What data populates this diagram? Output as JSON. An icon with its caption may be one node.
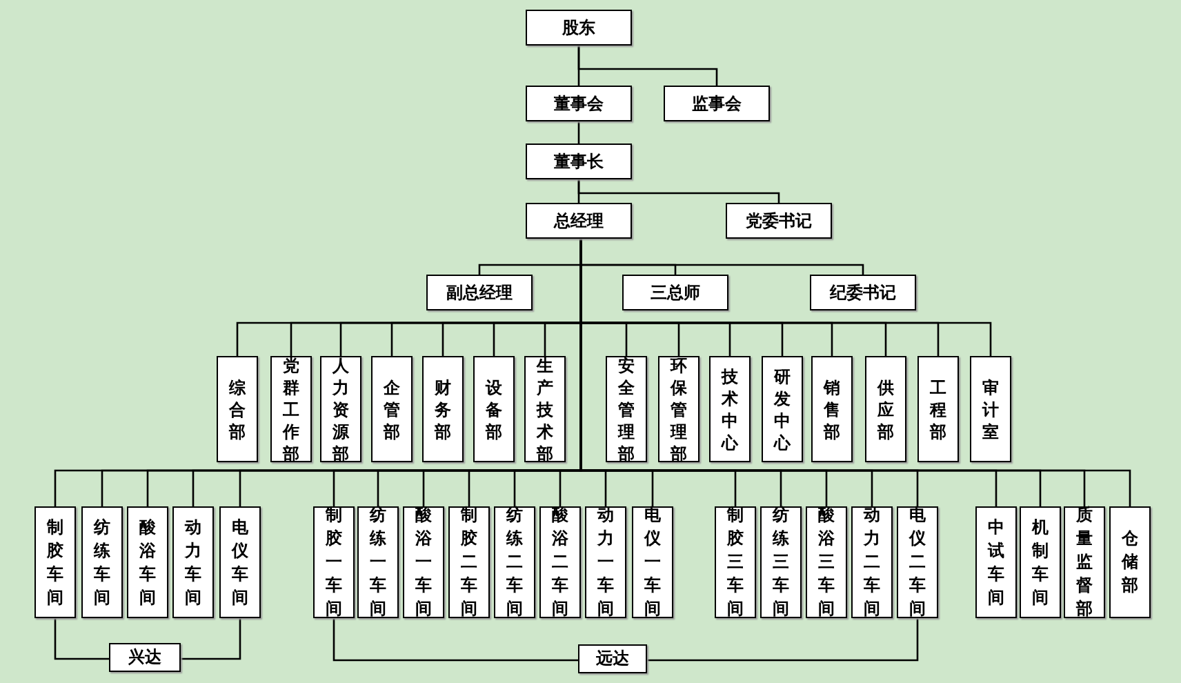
{
  "diagram": {
    "nodes": [
      {
        "text": [
          "股东"
        ]
      },
      {
        "text": [
          "董事会"
        ]
      },
      {
        "text": [
          "监事会"
        ]
      },
      {
        "text": [
          "董事长"
        ]
      },
      {
        "text": [
          "总经理"
        ]
      },
      {
        "text": [
          "党委书记"
        ]
      },
      {
        "text": [
          "副总经理"
        ]
      },
      {
        "text": [
          "三总师"
        ]
      },
      {
        "text": [
          "纪委书记"
        ]
      },
      {
        "text": [
          "综合部"
        ]
      },
      {
        "text": [
          "党群工作部"
        ]
      },
      {
        "text": [
          "人力资源部"
        ]
      },
      {
        "text": [
          "企管部"
        ]
      },
      {
        "text": [
          "财务部"
        ]
      },
      {
        "text": [
          "设备部"
        ]
      },
      {
        "text": [
          "生产技术部"
        ]
      },
      {
        "text": [
          "安全管理部"
        ]
      },
      {
        "text": [
          "环保管理部"
        ]
      },
      {
        "text": [
          "技术中心"
        ]
      },
      {
        "text": [
          "研发中心"
        ]
      },
      {
        "text": [
          "销售部"
        ]
      },
      {
        "text": [
          "供应部"
        ]
      },
      {
        "text": [
          "工程部"
        ]
      },
      {
        "text": [
          "审计室"
        ]
      },
      {
        "text": [
          "制胶车间"
        ]
      },
      {
        "text": [
          "纺练车间"
        ]
      },
      {
        "text": [
          "酸浴车间"
        ]
      },
      {
        "text": [
          "动力车间"
        ]
      },
      {
        "text": [
          "电仪车间"
        ]
      },
      {
        "text": [
          "制胶一车间"
        ]
      },
      {
        "text": [
          "纺练一车间"
        ]
      },
      {
        "text": [
          "酸浴一车间"
        ]
      },
      {
        "text": [
          "制胶二车间"
        ]
      },
      {
        "text": [
          "纺练二车间"
        ]
      },
      {
        "text": [
          "酸浴二车间"
        ]
      },
      {
        "text": [
          "动力一车间"
        ]
      },
      {
        "text": [
          "电仪一车间"
        ]
      },
      {
        "text": [
          "制胶三车间"
        ]
      },
      {
        "text": [
          "纺练三车间"
        ]
      },
      {
        "text": [
          "酸浴三车间"
        ]
      },
      {
        "text": [
          "动力二车间"
        ]
      },
      {
        "text": [
          "电仪二车间"
        ]
      },
      {
        "text": [
          "中试车间"
        ]
      },
      {
        "text": [
          "机制车间"
        ]
      },
      {
        "text": [
          "质量监督部"
        ]
      },
      {
        "text": [
          "仓储部"
        ]
      },
      {
        "text": [
          "兴达"
        ]
      },
      {
        "text": [
          "远达"
        ]
      }
    ],
    "edges": [
      {
        "from": 0,
        "to": 1,
        "arrow": "none"
      },
      {
        "from": 0,
        "to": 2,
        "arrow": "none"
      },
      {
        "from": 1,
        "to": 3,
        "arrow": "none"
      },
      {
        "from": 3,
        "to": 4,
        "arrow": "none"
      },
      {
        "from": 3,
        "to": 5,
        "arrow": "none"
      },
      {
        "from": 4,
        "to": 6,
        "arrow": "none"
      },
      {
        "from": 4,
        "to": 7,
        "arrow": "none"
      },
      {
        "from": 4,
        "to": 8,
        "arrow": "none"
      },
      {
        "from": 4,
        "to": 9,
        "arrow": "none"
      },
      {
        "from": 4,
        "to": 10,
        "arrow": "none"
      },
      {
        "from": 4,
        "to": 11,
        "arrow": "none"
      },
      {
        "from": 4,
        "to": 12,
        "arrow": "none"
      },
      {
        "from": 4,
        "to": 13,
        "arrow": "none"
      },
      {
        "from": 4,
        "to": 14,
        "arrow": "none"
      },
      {
        "from": 4,
        "to": 15,
        "arrow": "none"
      },
      {
        "from": 4,
        "to": 16,
        "arrow": "none"
      },
      {
        "from": 4,
        "to": 17,
        "arrow": "none"
      },
      {
        "from": 4,
        "to": 18,
        "arrow": "none"
      },
      {
        "from": 4,
        "to": 19,
        "arrow": "none"
      },
      {
        "from": 4,
        "to": 20,
        "arrow": "none"
      },
      {
        "from": 4,
        "to": 21,
        "arrow": "none"
      },
      {
        "from": 4,
        "to": 22,
        "arrow": "none"
      },
      {
        "from": 4,
        "to": 23,
        "arrow": "none"
      },
      {
        "from": 4,
        "to": 24,
        "arrow": "none"
      },
      {
        "from": 4,
        "to": 25,
        "arrow": "none"
      },
      {
        "from": 4,
        "to": 26,
        "arrow": "none"
      },
      {
        "from": 4,
        "to": 27,
        "arrow": "none"
      },
      {
        "from": 4,
        "to": 28,
        "arrow": "none"
      },
      {
        "from": 4,
        "to": 29,
        "arrow": "none"
      },
      {
        "from": 4,
        "to": 30,
        "arrow": "none"
      },
      {
        "from": 4,
        "to": 31,
        "arrow": "none"
      },
      {
        "from": 4,
        "to": 32,
        "arrow": "none"
      },
      {
        "from": 4,
        "to": 33,
        "arrow": "none"
      },
      {
        "from": 4,
        "to": 34,
        "arrow": "none"
      },
      {
        "from": 4,
        "to": 35,
        "arrow": "none"
      },
      {
        "from": 4,
        "to": 36,
        "arrow": "none"
      },
      {
        "from": 4,
        "to": 37,
        "arrow": "none"
      },
      {
        "from": 4,
        "to": 38,
        "arrow": "none"
      },
      {
        "from": 4,
        "to": 39,
        "arrow": "none"
      },
      {
        "from": 4,
        "to": 40,
        "arrow": "none"
      },
      {
        "from": 4,
        "to": 41,
        "arrow": "none"
      },
      {
        "from": 4,
        "to": 42,
        "arrow": "none"
      },
      {
        "from": 4,
        "to": 43,
        "arrow": "none"
      },
      {
        "from": 4,
        "to": 44,
        "arrow": "none"
      },
      {
        "from": 4,
        "to": 45,
        "arrow": "none"
      },
      {
        "from": 24,
        "to": 46,
        "arrow": "none"
      },
      {
        "from": 28,
        "to": 46,
        "arrow": "none"
      },
      {
        "from": 29,
        "to": 47,
        "arrow": "none"
      },
      {
        "from": 41,
        "to": 47,
        "arrow": "none"
      }
    ]
  }
}
